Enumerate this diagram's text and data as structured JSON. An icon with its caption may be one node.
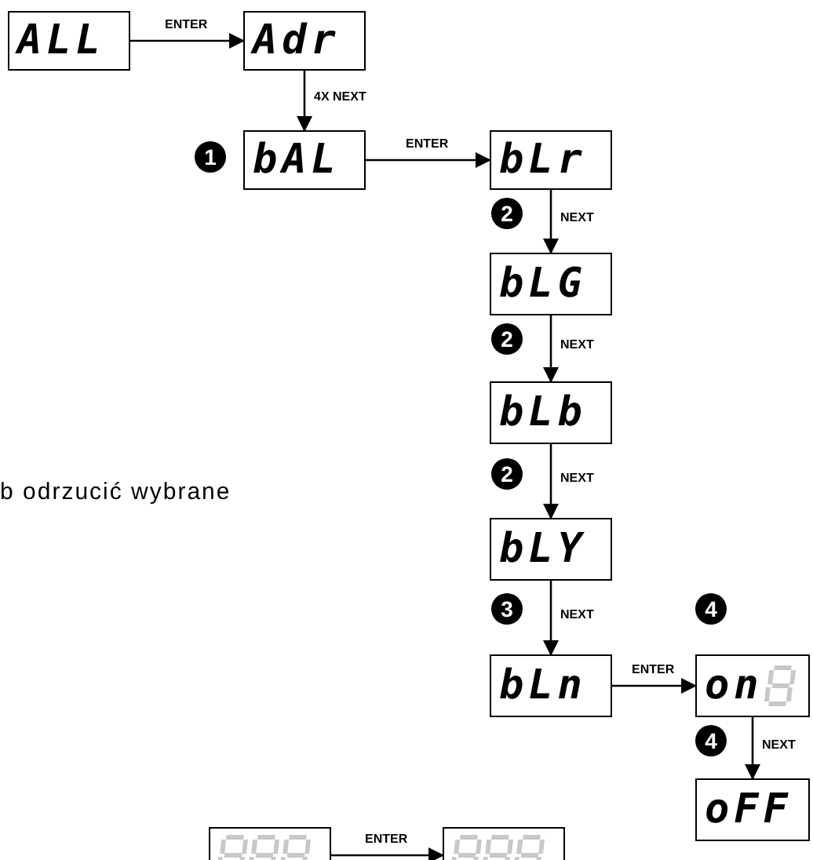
{
  "diagram": {
    "nodes": [
      {
        "text": [
          "ALL"
        ]
      },
      {
        "text": [
          "Adr"
        ]
      },
      {
        "text": [
          "bAL"
        ]
      },
      {
        "text": [
          "bLr"
        ]
      },
      {
        "text": [
          "bLG"
        ]
      },
      {
        "text": [
          "bLb"
        ]
      },
      {
        "text": [
          "bLY"
        ]
      },
      {
        "text": [
          "bLn"
        ]
      },
      {
        "text": [
          "on"
        ]
      },
      {
        "text": [
          "oFF"
        ]
      },
      {
        "text": [],
        "shape": "box"
      },
      {
        "text": [],
        "shape": "box"
      }
    ],
    "edges": [
      {
        "from": 0,
        "to": 1,
        "arrow": "to",
        "label": "ENTER"
      },
      {
        "from": 1,
        "to": 2,
        "arrow": "to",
        "label": "4X NEXT"
      },
      {
        "from": 2,
        "to": 3,
        "arrow": "to",
        "label": "ENTER"
      },
      {
        "from": 3,
        "to": 4,
        "arrow": "to",
        "label": "NEXT"
      },
      {
        "from": 4,
        "to": 5,
        "arrow": "to",
        "label": "NEXT"
      },
      {
        "from": 5,
        "to": 6,
        "arrow": "to",
        "label": "NEXT"
      },
      {
        "from": 6,
        "to": 7,
        "arrow": "to",
        "label": "NEXT"
      },
      {
        "from": 7,
        "to": 8,
        "arrow": "to",
        "label": "ENTER"
      },
      {
        "from": 8,
        "to": 9,
        "arrow": "to",
        "label": "NEXT"
      },
      {
        "from": 10,
        "to": 11,
        "arrow": "to",
        "label": "ENTER"
      }
    ],
    "labels": [
      "1",
      "2",
      "2",
      "b odrzucić wybrane",
      "2",
      "3",
      "4",
      "4"
    ]
  }
}
